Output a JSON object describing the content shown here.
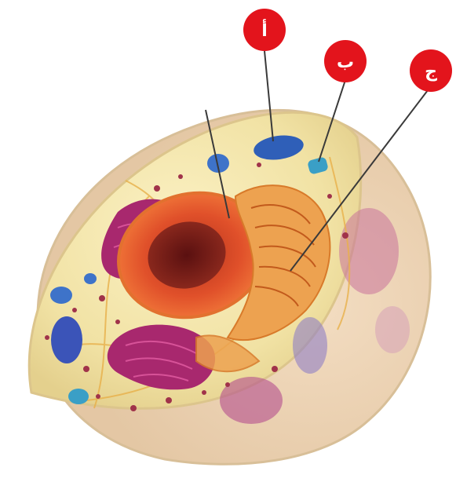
{
  "diagram": {
    "labels": [
      {
        "id": "a",
        "text": "أ"
      },
      {
        "id": "b",
        "text": "ب"
      },
      {
        "id": "c",
        "text": "ج"
      }
    ],
    "colors": {
      "callout": "#e3141c",
      "cytoplasm": "#f3e6a9",
      "membrane": "#e9d9a0",
      "nucleus": "#d94a1c",
      "nucleolus": "#7a1c14",
      "golgi": "#e9953b",
      "er": "#a8286e",
      "mitochondria": "#2f5fb8",
      "pointer": "#3a3a3a"
    }
  }
}
